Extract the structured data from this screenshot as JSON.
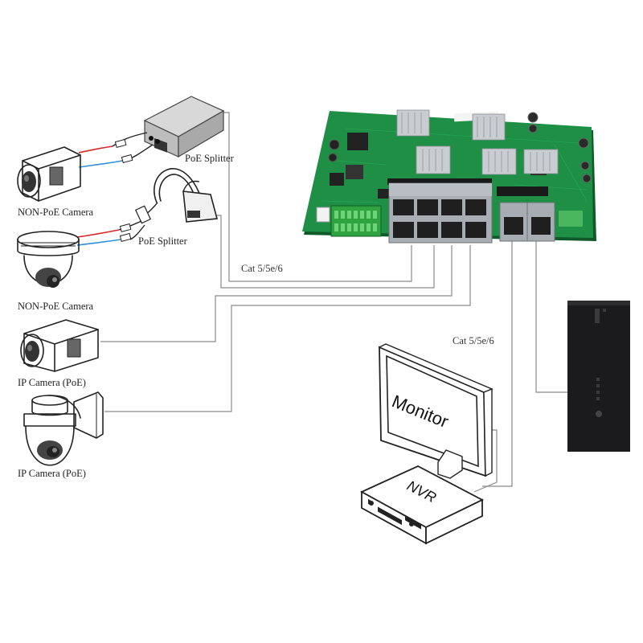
{
  "labels": {
    "non_poe_camera_1": "NON-PoE Camera",
    "non_poe_camera_2": "NON-PoE Camera",
    "ip_camera_1": "IP Camera (PoE)",
    "ip_camera_2": "IP Camera (PoE)",
    "poe_splitter_1": "PoE Splitter",
    "poe_splitter_2": "PoE Splitter",
    "cable_left": "Cat 5/5e/6",
    "cable_right": "Cat 5/5e/6",
    "monitor": "Monitor",
    "nvr": "NVR"
  },
  "colors": {
    "pcb": "#1e8f45",
    "pcb_dark": "#126b31",
    "heatsink": "#c9ccd1",
    "port": "#9aa0a6",
    "pc_case": "#1b1b1d",
    "power_wire": "#d62828",
    "data_wire": "#2f8fd8",
    "cable": "#8a8a8a"
  }
}
